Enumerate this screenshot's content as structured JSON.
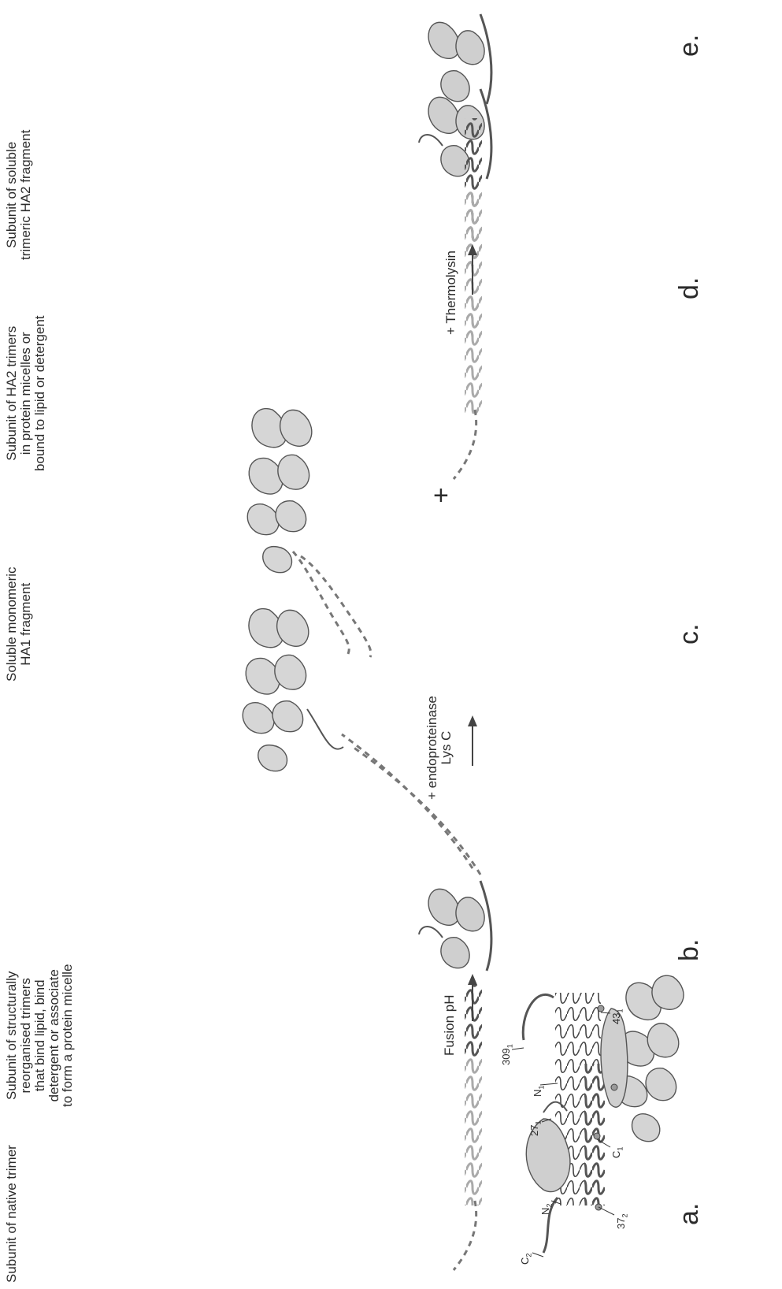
{
  "panels": {
    "a": {
      "letter": "a.",
      "caption": "Subunit of native trimer"
    },
    "b": {
      "letter": "b.",
      "caption": [
        "Subunit of structurally",
        "reorganised trimers",
        "that bind lipid, bind",
        "detergent or associate",
        "to form a protein micelle"
      ]
    },
    "c": {
      "letter": "c.",
      "caption": [
        "Soluble monomeric",
        "HA1 fragment"
      ]
    },
    "d": {
      "letter": "d.",
      "caption": [
        "Subunit of HA2 trimers",
        "in protein micelles or",
        "bound to lipid or detergent"
      ]
    },
    "e": {
      "letter": "e.",
      "caption": [
        "Subunit of soluble",
        "trimeric HA2 fragment"
      ]
    }
  },
  "steps": {
    "fusion": "Fusion pH",
    "endoproteinase": [
      "+ endoproteinase",
      "Lys C"
    ],
    "thermolysin": "+ Thermolysin",
    "plus": "+"
  },
  "residue_labels": {
    "r309": "309",
    "r309_sub": "1",
    "r27": "27",
    "r27_sub": "1",
    "n2": "N",
    "n2_sub": "2",
    "c2": "C",
    "c2_sub": "2",
    "r43": "43",
    "r43_sub": "1",
    "c1": "C",
    "c1_sub": "1",
    "r37": "37",
    "r37_sub": "2",
    "n1": "N",
    "n1_sub": "1"
  }
}
